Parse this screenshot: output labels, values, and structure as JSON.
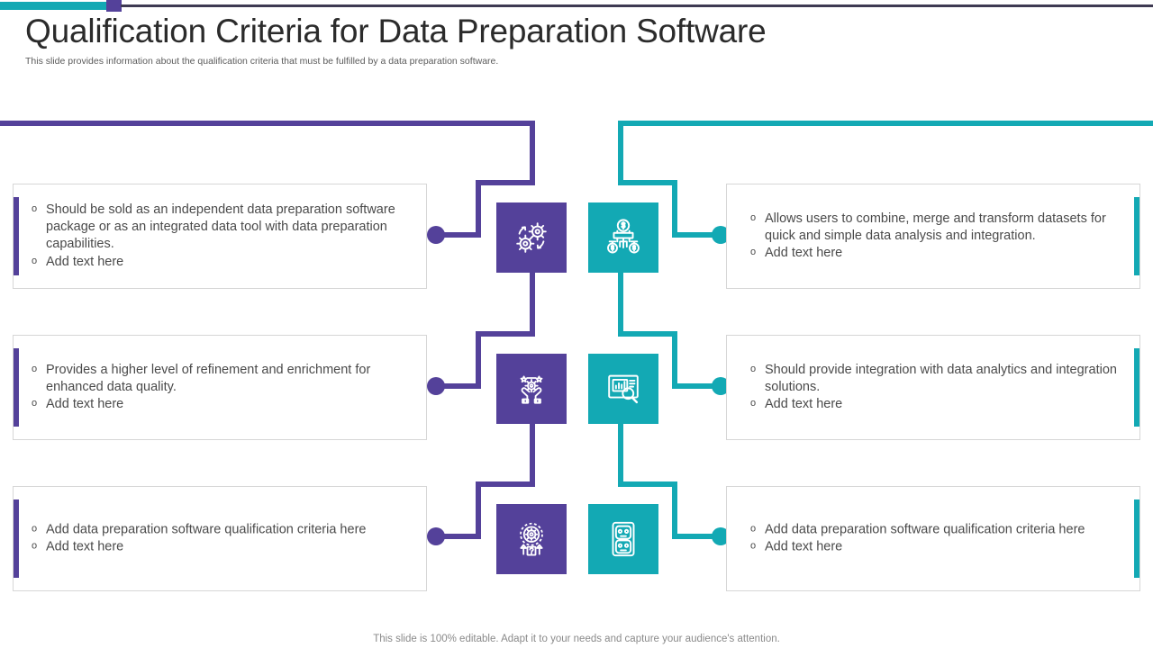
{
  "header": {
    "title": "Qualification Criteria for Data Preparation Software",
    "subtitle": "This slide provides information about the qualification criteria that must be fulfilled by a data preparation software."
  },
  "colors": {
    "purple": "#54419A",
    "teal": "#13A9B4",
    "text": "#4a4a4a",
    "title": "#2b2b2b",
    "border": "#d6d6d6",
    "footer": "#8a8a8a",
    "topbar_line": "#3E3A52"
  },
  "left_cards": [
    {
      "bullets": [
        "Should be sold as an independent data preparation software package or as an integrated data tool with data preparation capabilities.",
        "Add text here"
      ]
    },
    {
      "bullets": [
        "Provides a higher level of refinement and enrichment for enhanced data quality.",
        "Add text here"
      ]
    },
    {
      "bullets": [
        "Add data preparation software qualification criteria here",
        "Add text here"
      ]
    }
  ],
  "right_cards": [
    {
      "bullets": [
        "Allows users to combine, merge and transform datasets for quick and simple data analysis and integration.",
        "Add text here"
      ]
    },
    {
      "bullets": [
        "Should provide integration with data analytics and integration solutions.",
        "Add text here"
      ]
    },
    {
      "bullets": [
        "Add data preparation software qualification criteria here",
        "Add text here"
      ]
    }
  ],
  "icons": {
    "left": [
      {
        "name": "gears-process-icon"
      },
      {
        "name": "hands-holding-gear-quality-icon"
      },
      {
        "name": "target-gear-question-icon"
      }
    ],
    "right": [
      {
        "name": "money-distribution-chart-icon"
      },
      {
        "name": "presentation-chart-search-icon"
      },
      {
        "name": "power-socket-icon"
      }
    ]
  },
  "bullet_marker": "o",
  "footer": {
    "note": "This slide is 100% editable. Adapt it to your needs and capture your audience's attention."
  }
}
